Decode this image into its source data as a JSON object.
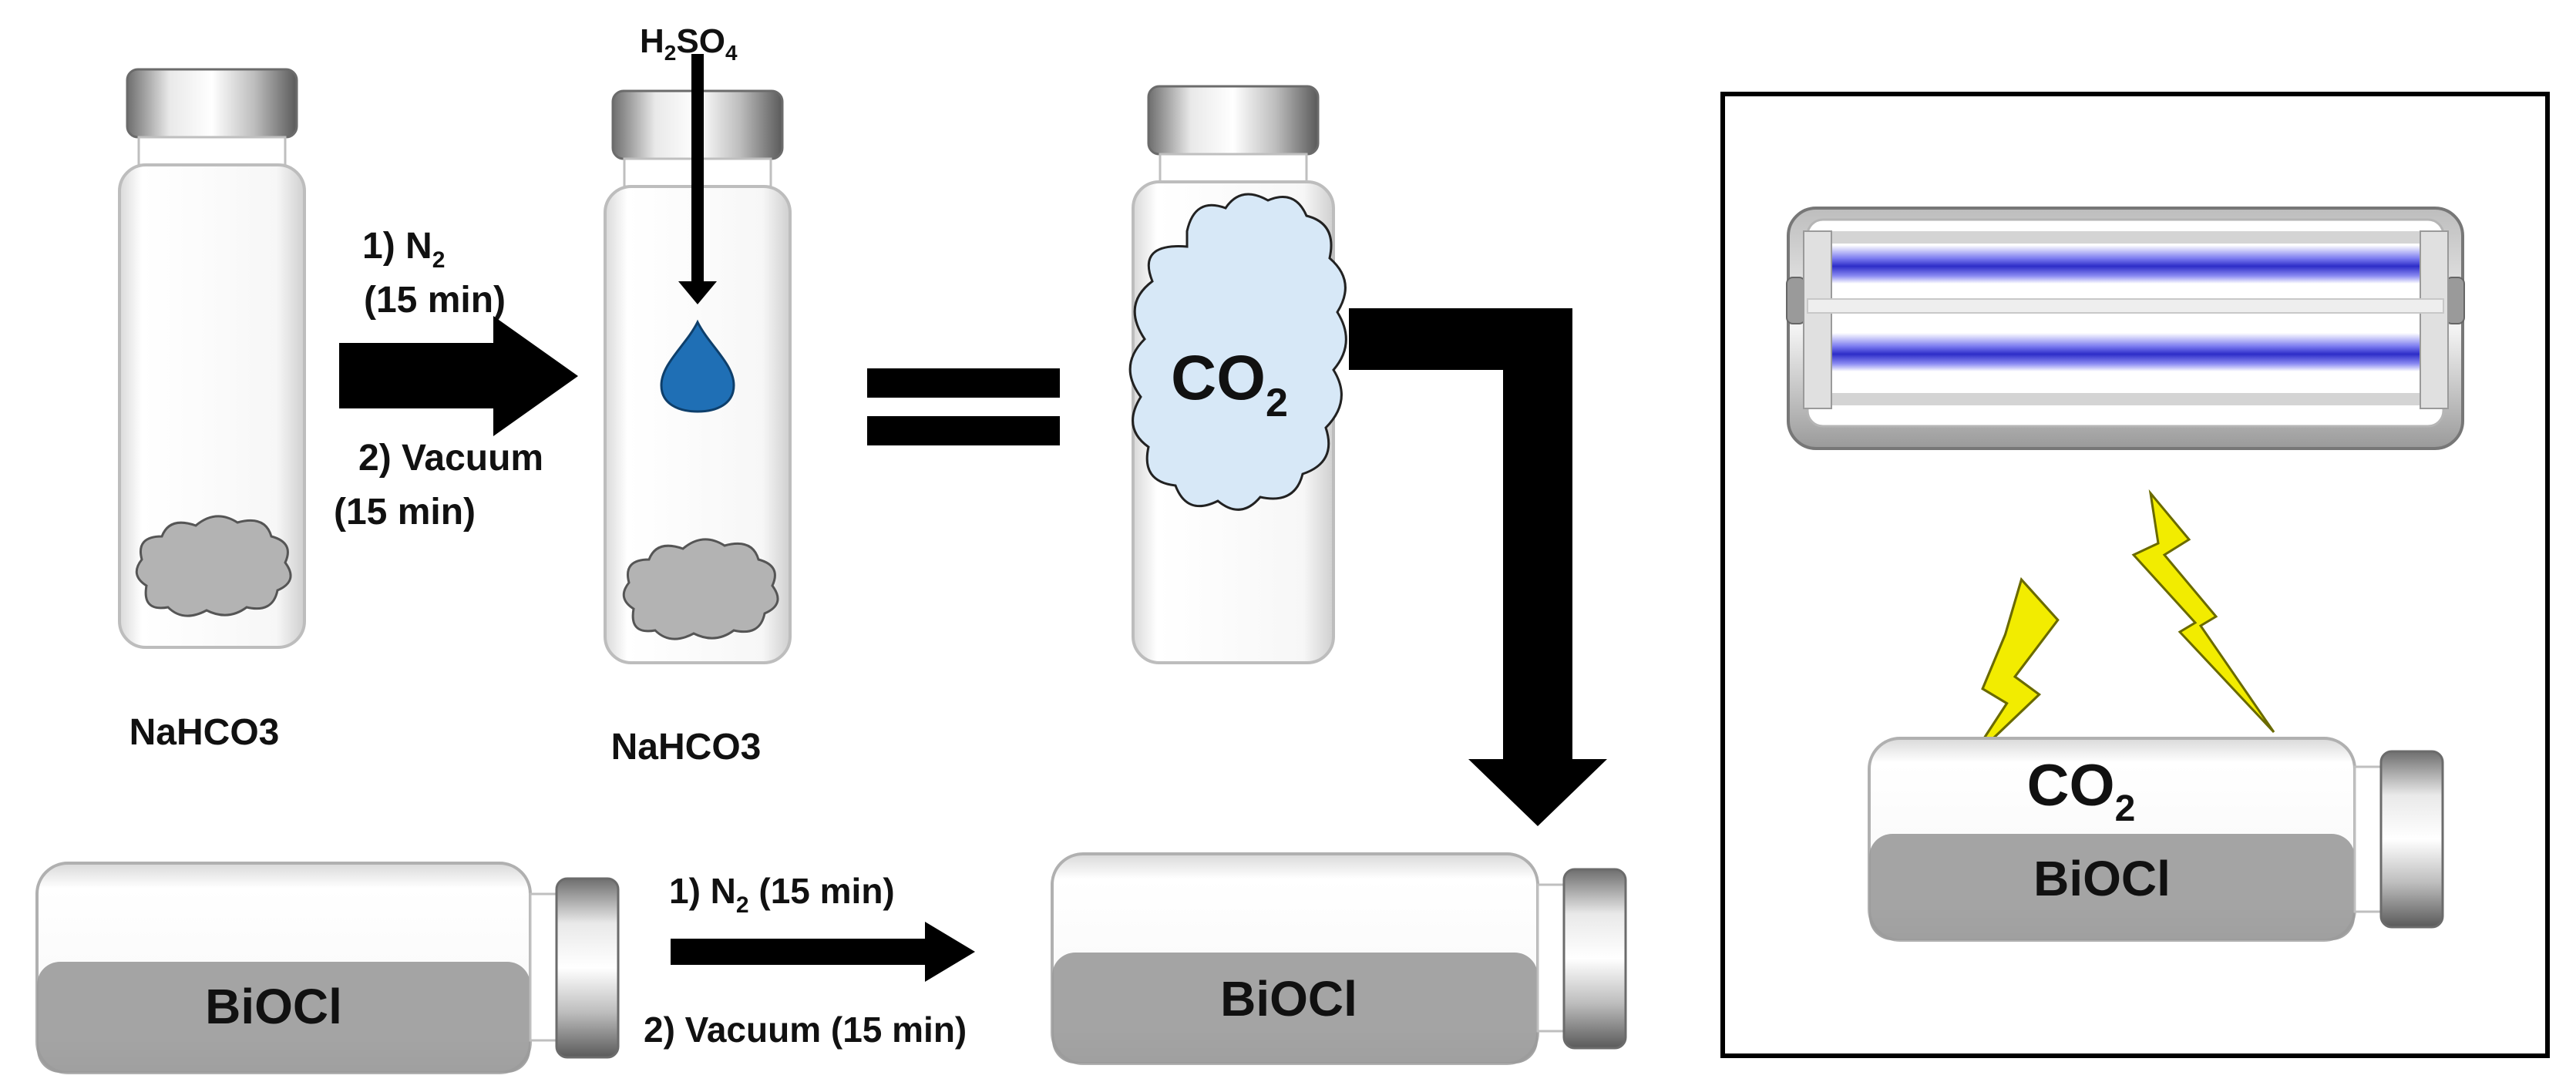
{
  "colors": {
    "arrow": "#000000",
    "drop": "#1f6fb5",
    "cloud": "#d7e8f7",
    "solid": "#b3b3b3",
    "liquid_fill": "#9a9a9a",
    "lamp_tube": "#3a3ad6",
    "lightning": "#f2ec00"
  },
  "labels": {
    "acid": {
      "main": "H",
      "sub1": "2",
      "mid": "SO",
      "sub2": "4"
    },
    "step1_n2": {
      "main": "1)   N",
      "sub": "2"
    },
    "step1_n2_time": "(15 min)",
    "step1_vacuum": "2) Vacuum",
    "step1_vacuum_time": "(15 min)",
    "vial1_label": "NaHCO3",
    "vial2_label": "NaHCO3",
    "cloud_gas": {
      "main": "CO",
      "sub": "2"
    },
    "step2_n2": {
      "main": "1) N",
      "sub": "2",
      "tail": " (15 min)"
    },
    "step2_vacuum": "2) Vacuum (15 min)",
    "vial_bottom_left": "BiOCl",
    "vial_bottom_right": "BiOCl",
    "inset_gas": {
      "main": "CO",
      "sub": "2"
    },
    "inset_catalyst": "BiOCl"
  },
  "icons": [
    "vial-icon",
    "water-drop-icon",
    "gas-cloud-icon",
    "powder-pile-icon",
    "uv-lamp-icon",
    "lightning-bolt-icon"
  ]
}
